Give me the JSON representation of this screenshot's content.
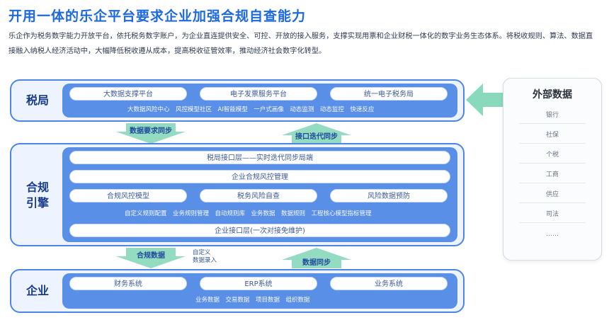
{
  "header": {
    "title": "开用一体的乐企平台要求企业加强合规自查能力",
    "desc": "乐企作为税务数字能力开放平台，依托税务数字账户，为企业直连提供安全、可控、开放的接入服务，支撑实现用票和企业财税一体化的数字业务生态体系。将税收规则、算法、数据直接融入纳税人经济活动中，大幅降低税收遵从成本，提高税收征管效率，推动经济社会数字化转型。"
  },
  "bands": {
    "tax": {
      "label": "税局",
      "pills": [
        "大数据支撑平台",
        "电子发票服务平台",
        "统一电子税务局"
      ],
      "tags": "大数据风险中心　风控模型社区　AI智能模型　一户式画像　动态监测　动态监控　快速反应"
    },
    "engine": {
      "label": "合规引擎",
      "rows": [
        "税局接口层——实时迭代同步局端",
        "企业合规风控管理"
      ],
      "pills3": [
        "合规风控模型",
        "税务风险自查",
        "风险数据预防"
      ],
      "tags": "自定义规则配置　业务规则管理　自动规则库　业务数据　数据规则　工程核心模型指标管理",
      "bottom_row": "企业接口层(一次对接免维护)"
    },
    "enterprise": {
      "label": "企业",
      "pills": [
        "财务系统",
        "ERP系统",
        "业务系统"
      ],
      "tags": "业务数据　交易数据　项目数据　组织数据"
    }
  },
  "arrows": {
    "down1": "数据要求同步",
    "up1": "接口迭代同步",
    "down2": "合规数据",
    "note": "自定义\n数据录入",
    "up2": "数据同步"
  },
  "external": {
    "title": "外部数据",
    "items": [
      "银行",
      "社保",
      "个税",
      "工商",
      "供应",
      "司法",
      "……"
    ]
  },
  "colors": {
    "accent": "#1d69e0",
    "band_border": "#4d86e6",
    "inner": "#5a8fe8",
    "arrow_green": "#3bbf8f"
  }
}
